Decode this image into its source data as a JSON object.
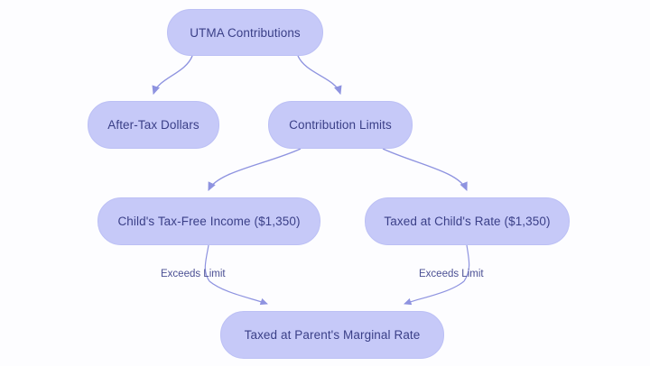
{
  "diagram": {
    "title": "UTMA Contributions flowchart",
    "type": "flowchart",
    "direction": "top-down",
    "colors": {
      "node_fill": "#c6c9f8",
      "node_border": "#bcc0f5",
      "node_text": "#3a3f87",
      "edge_stroke": "#8e93e0",
      "edge_label_text": "#4a4f93",
      "background": "#fdfdff"
    },
    "nodes": [
      {
        "id": "root",
        "label": "UTMA Contributions"
      },
      {
        "id": "after",
        "label": "After-Tax Dollars"
      },
      {
        "id": "limits",
        "label": "Contribution Limits"
      },
      {
        "id": "free",
        "label": "Child's Tax-Free Income ($1,350)"
      },
      {
        "id": "childrate",
        "label": "Taxed at Child's Rate ($1,350)"
      },
      {
        "id": "parent",
        "label": "Taxed at Parent's Marginal Rate"
      }
    ],
    "edges": [
      {
        "from": "root",
        "to": "after",
        "label": ""
      },
      {
        "from": "root",
        "to": "limits",
        "label": ""
      },
      {
        "from": "limits",
        "to": "free",
        "label": ""
      },
      {
        "from": "limits",
        "to": "childrate",
        "label": ""
      },
      {
        "from": "free",
        "to": "parent",
        "label": "Exceeds Limit"
      },
      {
        "from": "childrate",
        "to": "parent",
        "label": "Exceeds Limit"
      }
    ]
  }
}
